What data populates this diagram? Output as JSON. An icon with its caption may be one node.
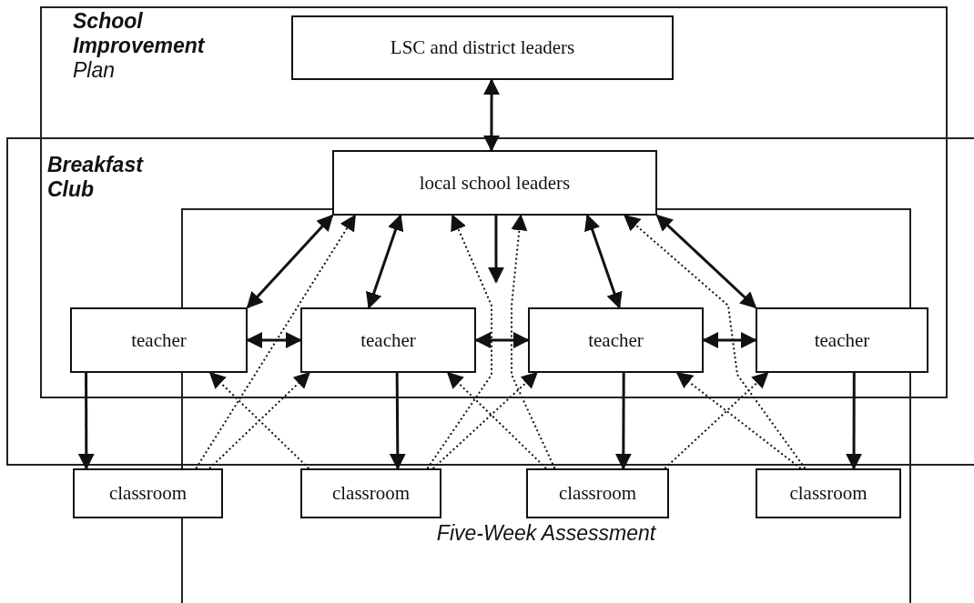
{
  "diagram": {
    "nodes": [
      {
        "text": [
          "LSC and district leaders"
        ]
      },
      {
        "text": [
          "local school leaders"
        ]
      },
      {
        "text": [
          "teacher"
        ]
      },
      {
        "text": [
          "teacher"
        ]
      },
      {
        "text": [
          "teacher"
        ]
      },
      {
        "text": [
          "teacher"
        ]
      },
      {
        "text": [
          "classroom"
        ]
      },
      {
        "text": [
          "classroom"
        ]
      },
      {
        "text": [
          "classroom"
        ]
      },
      {
        "text": [
          "classroom"
        ]
      }
    ],
    "edges": [
      {
        "from": 0,
        "to": 1,
        "arrow": "both"
      },
      {
        "from": 1,
        "to": 2,
        "arrow": "both"
      },
      {
        "from": 1,
        "to": 3,
        "arrow": "both"
      },
      {
        "from": 1,
        "to": 4,
        "arrow": "both"
      },
      {
        "from": 1,
        "to": 5,
        "arrow": "both"
      },
      {
        "from": 1,
        "to": null,
        "arrow": "to"
      },
      {
        "from": 2,
        "to": 3,
        "arrow": "both"
      },
      {
        "from": 3,
        "to": 4,
        "arrow": "both"
      },
      {
        "from": 4,
        "to": 5,
        "arrow": "both"
      },
      {
        "from": 2,
        "to": 6,
        "arrow": "to"
      },
      {
        "from": 3,
        "to": 7,
        "arrow": "to"
      },
      {
        "from": 4,
        "to": 8,
        "arrow": "to"
      },
      {
        "from": 5,
        "to": 9,
        "arrow": "to"
      },
      {
        "from": 6,
        "to": 1,
        "arrow": "to",
        "style": "dashed"
      },
      {
        "from": 7,
        "to": 1,
        "arrow": "to",
        "style": "dashed"
      },
      {
        "from": 8,
        "to": 1,
        "arrow": "to",
        "style": "dashed"
      },
      {
        "from": 9,
        "to": 1,
        "arrow": "to",
        "style": "dashed"
      },
      {
        "from": 6,
        "to": 3,
        "arrow": "to",
        "style": "dashed"
      },
      {
        "from": 7,
        "to": 2,
        "arrow": "to",
        "style": "dashed"
      },
      {
        "from": 7,
        "to": 4,
        "arrow": "to",
        "style": "dashed"
      },
      {
        "from": 8,
        "to": 3,
        "arrow": "to",
        "style": "dashed"
      },
      {
        "from": 8,
        "to": 5,
        "arrow": "to",
        "style": "dashed"
      },
      {
        "from": 9,
        "to": 4,
        "arrow": "to",
        "style": "dashed"
      }
    ],
    "labels": [
      "**School Improvement** Plan",
      "Breakfast Club",
      "Five-Week Assessment"
    ]
  }
}
